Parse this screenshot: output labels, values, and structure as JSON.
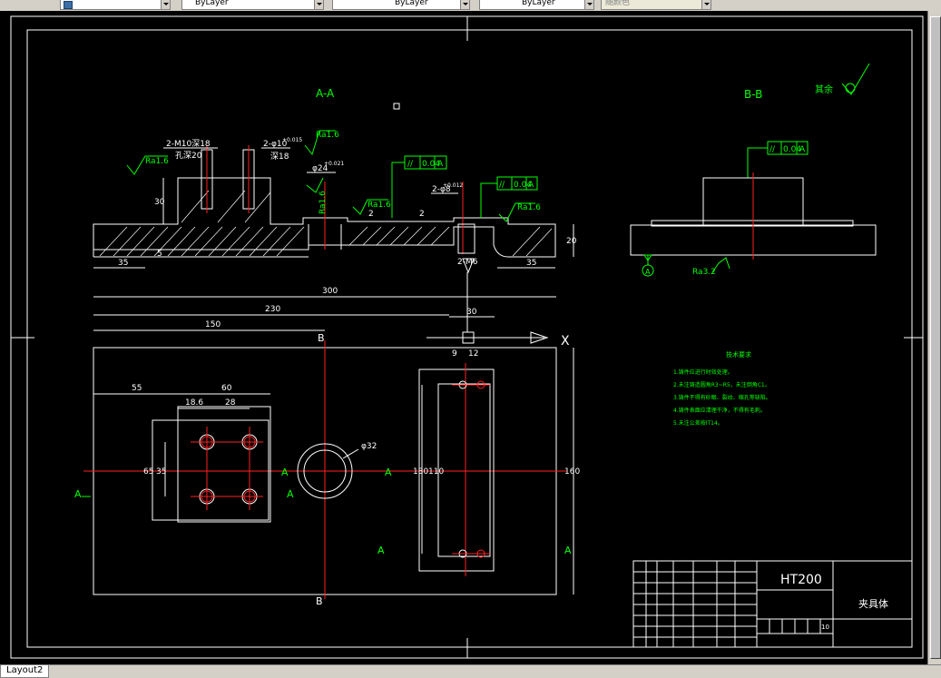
{
  "toolbar": {
    "layer_combo": "",
    "color_combo": "ByLayer",
    "linetype_combo": "ByLayer",
    "lineweight_combo": "ByLayer",
    "plotstyle_combo": "随颜色"
  },
  "layout_tab": "Layout2",
  "drawing": {
    "section_aa": "A-A",
    "section_bb": "B-B",
    "material": "HT200",
    "part_name": "夹具体",
    "sheet_note": "10",
    "surface_finish_note": "其余",
    "tech_requirements_title": "技术要求",
    "tech_requirements": [
      "1.铸件应进行时效处理。",
      "2.未注铸造圆角R3~R5，未注倒角C1。",
      "3.铸件不得有砂眼、裂纹、缩孔等缺陷。",
      "4.铸件表面应清理干净，不得有毛刺。",
      "5.未注公差按IT14。"
    ],
    "dims": {
      "top_left": "35",
      "top_right": "35",
      "height_30": "30",
      "height_20": "20",
      "small_5": "5",
      "small_2a": "2",
      "small_2b": "2",
      "hole1": "2-M10深18",
      "hole1_sub": "孔深20",
      "hole2": "2-φ10",
      "hole2_sup": "+0.015",
      "hole2_sub": "深18",
      "bore": "φ24",
      "bore_tol": "+0.021",
      "pin": "2-φ8",
      "pin_tol": "+0.012",
      "thread": "2-M6",
      "overall_300": "300",
      "dim_230": "230",
      "dim_150": "150",
      "dim_30": "30",
      "dim_9": "9",
      "dim_12": "12",
      "dim_55": "55",
      "dim_60": "60",
      "dim_18_6": "18.6",
      "dim_28": "28",
      "dim_65": "65",
      "dim_35": "35",
      "dim_130": "130",
      "dim_110": "110",
      "dim_160": "160",
      "dia_32": "φ32"
    },
    "roughness": [
      "Ra1.6",
      "Ra1.6",
      "Ra1.6",
      "Ra1.6",
      "Ra1.6",
      "Ra3.2"
    ],
    "tolerance_frames": [
      {
        "symbol": "//",
        "value": "0.04",
        "datum": "A"
      },
      {
        "symbol": "//",
        "value": "0.04",
        "datum": "A"
      },
      {
        "symbol": "//",
        "value": "0.04",
        "datum": "A"
      }
    ],
    "section_marks": {
      "A": "A",
      "B": "B",
      "X": "X"
    },
    "datum_A": "A"
  }
}
